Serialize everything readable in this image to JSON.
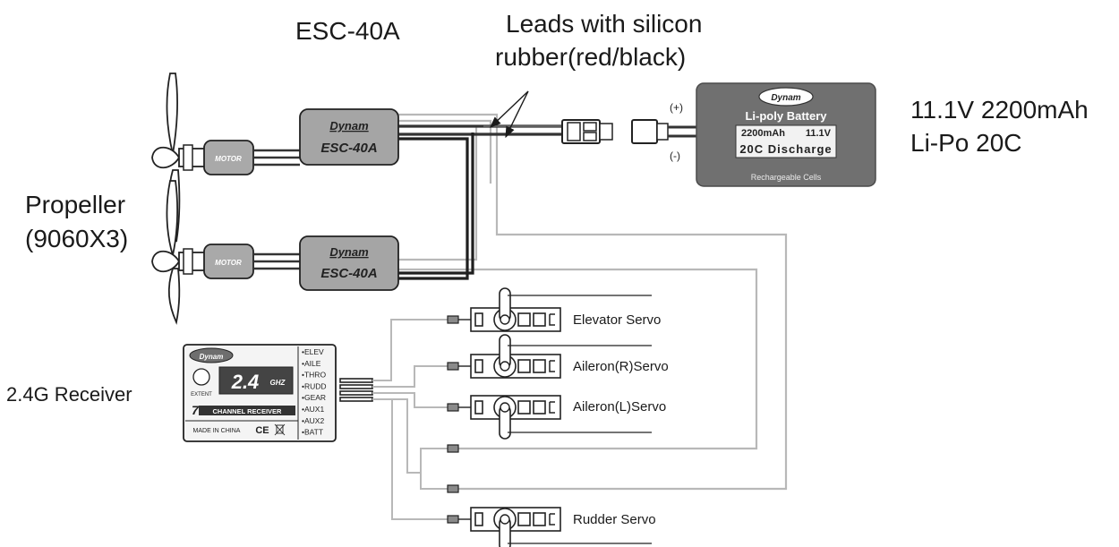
{
  "labels": {
    "esc_title": "ESC-40A",
    "leads_line1": "Leads with silicon",
    "leads_line2": "rubber(red/black)",
    "battery_spec_line1": "11.1V 2200mAh",
    "battery_spec_line2": "Li-Po  20C",
    "propeller_line1": "Propeller",
    "propeller_line2": "(9060X3)",
    "receiver": "2.4G  Receiver",
    "elevator_servo": "Elevator  Servo",
    "aileron_r_servo": "Aileron(R)Servo",
    "aileron_l_servo": "Aileron(L)Servo",
    "rudder_servo": "Rudder  Servo"
  },
  "battery": {
    "brand": "Dynam",
    "title": "Li-poly Battery",
    "capacity": "2200mAh",
    "voltage": "11.1V",
    "discharge": "20C Discharge",
    "footer": "Rechargeable Cells",
    "plus": "(+)",
    "minus": "(-)"
  },
  "esc": {
    "brand": "Dynam",
    "model": "ESC-40A"
  },
  "motor": {
    "label": "MOTOR"
  },
  "receiver": {
    "brand": "Dynam",
    "band": "2.4",
    "band_unit": "GHZ",
    "extent": "EXTENT",
    "channel_digit": "7",
    "channel_text": "CHANNEL RECEIVER",
    "made_in": "MADE IN CHINA",
    "ce": "CE",
    "channels": [
      "ELEV",
      "AILE",
      "THRO",
      "RUDD",
      "GEAR",
      "AUX1",
      "AUX2",
      "BATT"
    ]
  }
}
